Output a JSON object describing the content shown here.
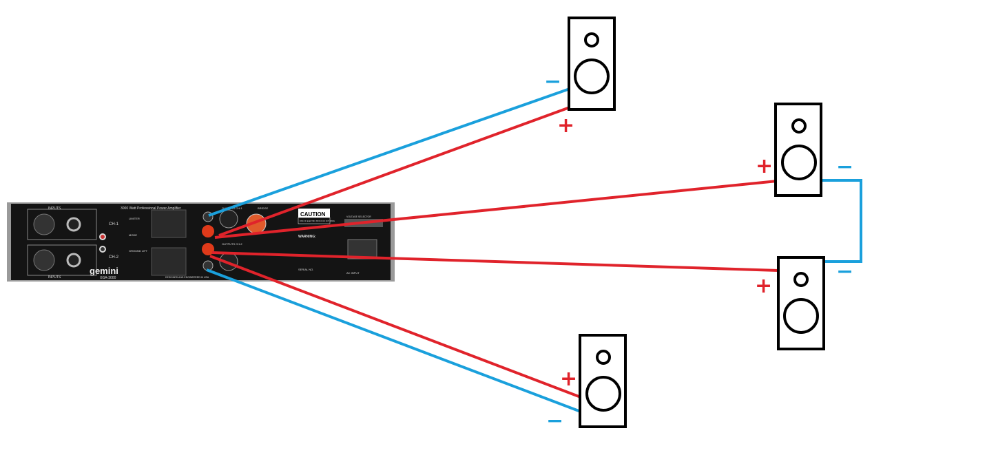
{
  "amplifier": {
    "brand": "gemini",
    "model": "XGA-3000",
    "title": "3000 Watt Professional Power Amplifier",
    "inputs_label": "INPUTS",
    "ch1_label": "CH-1",
    "ch2_label": "CH-2",
    "limiter_label": "LIMITER",
    "mode_label": "MODE",
    "ground_lift_label": "GROUND LIFT",
    "outputs_ch1_label": "OUTPUTS CH-1",
    "outputs_ch2_label": "OUTPUTS CH-2",
    "bridge_label": "BRIDGE",
    "caution_label": "CAUTION",
    "caution_sub": "RISK OF ELECTRIC SHOCK DO NOT OPEN",
    "warning_label": "WARNING:",
    "voltage_label": "VOLTAGE SELECTOR",
    "serial_label": "SERIAL NO.",
    "ac_label": "AC INPUT",
    "footer": "DESIGNED AND ENGINEERED IN USA"
  },
  "polarity": {
    "plus": "+",
    "minus": "−"
  },
  "colors": {
    "positive": "#e0232b",
    "negative": "#1aa0dc",
    "speaker": "#000000"
  }
}
